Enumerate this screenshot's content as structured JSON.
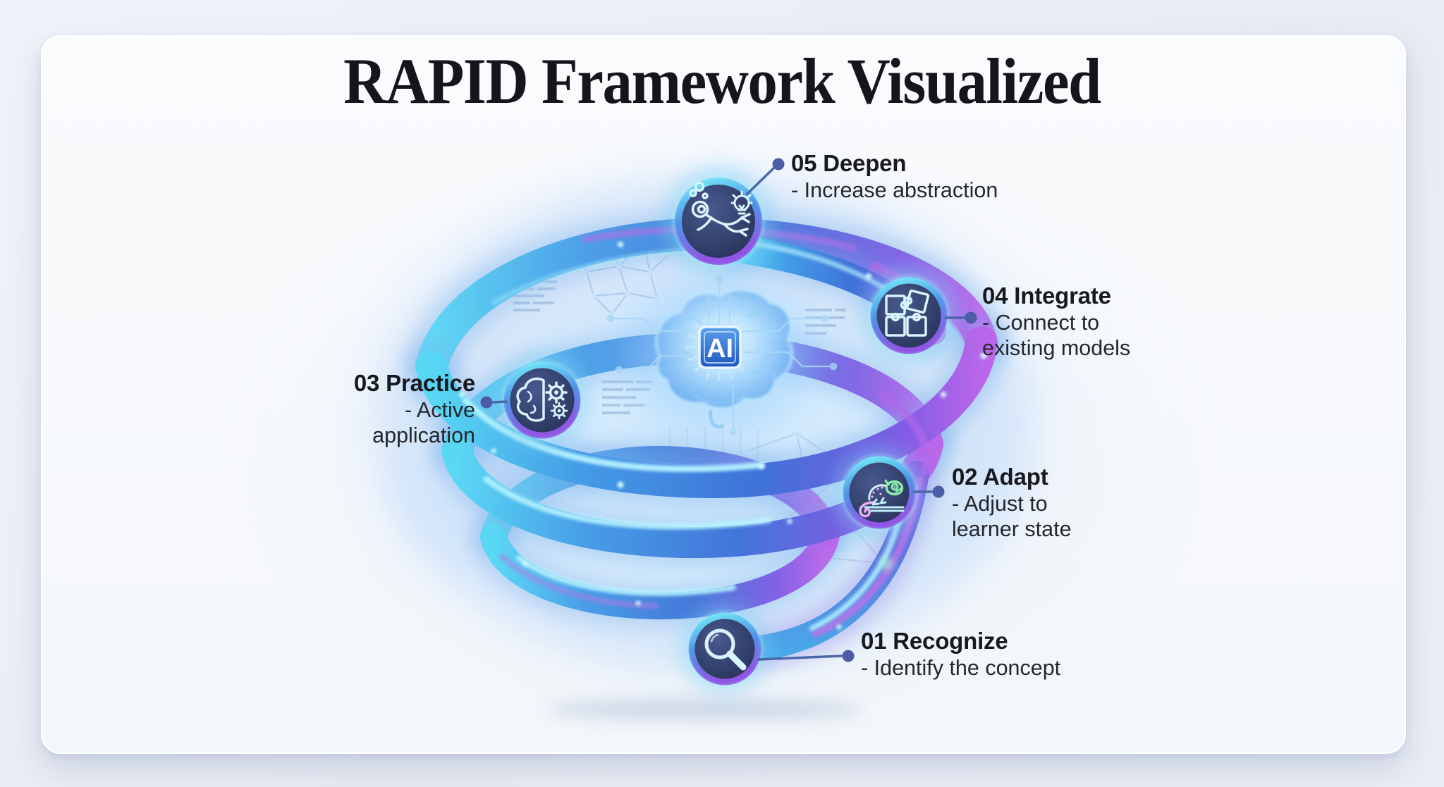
{
  "title": "RAPID Framework Visualized",
  "center": {
    "chip_label": "AI",
    "icon": "ai-brain-chip-icon"
  },
  "steps": [
    {
      "label": "05 Deepen",
      "desc_lines": [
        "- Increase abstraction"
      ],
      "icon": "scuba-diver-lightbulb-icon"
    },
    {
      "label": "04 Integrate",
      "desc_lines": [
        "- Connect to",
        "existing models"
      ],
      "icon": "puzzle-pieces-icon"
    },
    {
      "label": "03 Practice",
      "desc_lines": [
        "- Active",
        "application"
      ],
      "icon": "brain-gears-icon"
    },
    {
      "label": "02 Adapt",
      "desc_lines": [
        "- Adjust to",
        "learner state"
      ],
      "icon": "chameleon-icon"
    },
    {
      "label": "01 Recognize",
      "desc_lines": [
        "- Identify the concept"
      ],
      "icon": "magnifying-glass-icon"
    }
  ],
  "colors": {
    "page_bg": "#eaeef5",
    "card_bg": "#f6f8fb",
    "title_text": "#14161c",
    "label_text": "#17191e",
    "desc_text": "#23262b",
    "connector": "#4a67a8",
    "spiral_cyan": "#58d8f4",
    "spiral_blue": "#3f72d8",
    "spiral_purple": "#8e5ce4",
    "spiral_magenta": "#bb66ea",
    "node_fill": "#2c3a66",
    "node_ring_cyan": "#74ecf8",
    "node_ring_purple": "#9055e4",
    "icon_stroke": "#d8f4ff",
    "chameleon_green": "#8bedaa",
    "chameleon_pink": "#eeb0f2",
    "chip_fill": "#2f6cd4"
  }
}
